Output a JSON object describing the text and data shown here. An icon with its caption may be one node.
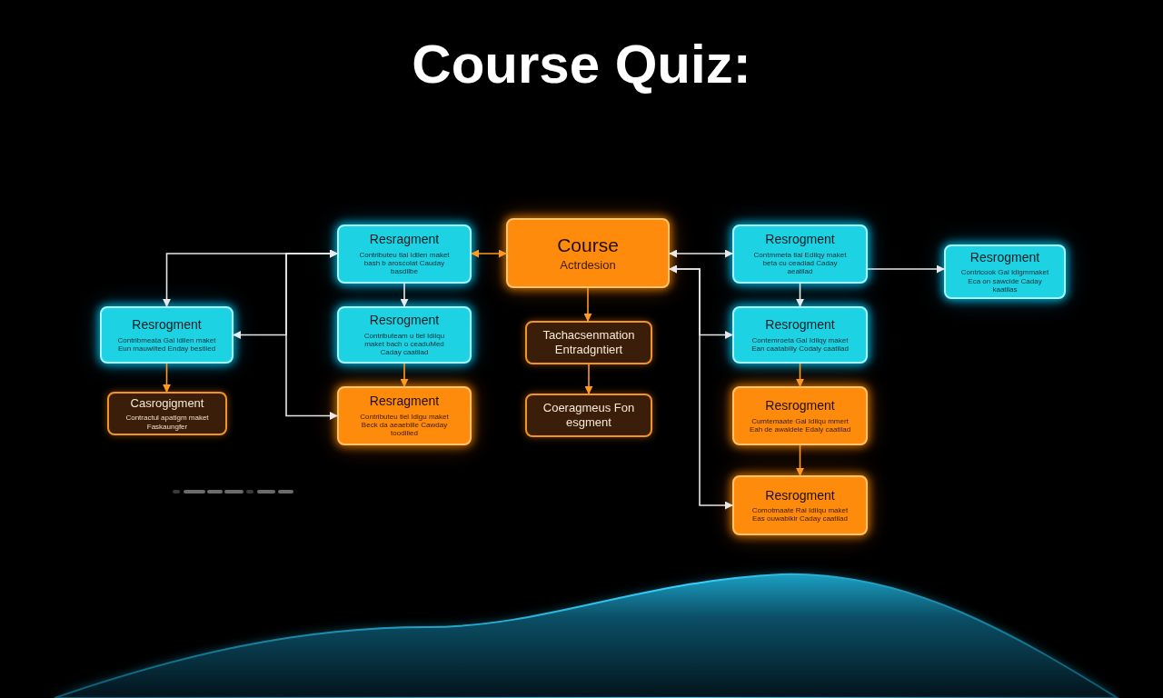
{
  "diagram": {
    "title": "Course Quiz:",
    "nodes": [
      {
        "text": [
          "Resragment",
          "Contributeu tial Idilen maket bash b aroscolat Cauday basdilbe"
        ]
      },
      {
        "text": [
          "Course",
          "Actrdesion"
        ]
      },
      {
        "text": [
          "Resrogment",
          "Contmmeta tial Edilqy maket beta cu ceadiad Caday aeatilad"
        ]
      },
      {
        "text": [
          "Resrogment",
          "Contricook Gal Idlgmmaket Eca on sawcide Caday kaatilas"
        ]
      },
      {
        "text": [
          "Resrogment",
          "Contribmeata Gal Idilen maket Eun mauwilted Enday bestlied"
        ]
      },
      {
        "text": [
          "Resrogment",
          "Contributeam u tiel Idilqu maket bach o ceaduMed Caday caatilad"
        ]
      },
      {
        "text": [
          "Tachacsenmation Entradgntiert"
        ]
      },
      {
        "text": [
          "Resrogment",
          "Contemroeta Gal Idilqy maket Ean caatabiliy Codaly caatilad"
        ]
      },
      {
        "text": [
          "Casrogigment",
          "Contractul apatigm maket Faskaungfer"
        ]
      },
      {
        "text": [
          "Resragment",
          "Contributeu tiel Idigu maket Beck da aeaebille Cawday toodilied"
        ]
      },
      {
        "text": [
          "Coeragmeus Fon esgment"
        ]
      },
      {
        "text": [
          "Resrogment",
          "Cumtemaate Gal Idilqu mmert Eah de awaldele Edaly caatilad"
        ]
      },
      {
        "text": [
          "Resrogment",
          "Comotmaate Ral Idilqu maket Eas ouwabikir Caday caatilad"
        ]
      }
    ],
    "edges": [
      {
        "from": 0,
        "to": 1,
        "arrow": "both",
        "color": "#ff9a1f"
      },
      {
        "from": 1,
        "to": 2,
        "arrow": "both"
      },
      {
        "from": 1,
        "to": 7,
        "arrow": "both"
      },
      {
        "from": 1,
        "to": 12,
        "arrow": "both"
      },
      {
        "from": 0,
        "to": 4,
        "arrow": "both"
      },
      {
        "from": 0,
        "to": 4,
        "arrow": "both"
      },
      {
        "from": 0,
        "to": 9,
        "arrow": "both"
      },
      {
        "from": 0,
        "to": 5,
        "arrow": "to"
      },
      {
        "from": 5,
        "to": 9,
        "arrow": "to",
        "color": "#ff9a1f"
      },
      {
        "from": 4,
        "to": 8,
        "arrow": "to",
        "color": "#ff9a1f"
      },
      {
        "from": 1,
        "to": 6,
        "arrow": "to",
        "color": "#ff9a1f"
      },
      {
        "from": 6,
        "to": 10,
        "arrow": "to",
        "color": "#ff9a1f"
      },
      {
        "from": 2,
        "to": 7,
        "arrow": "to"
      },
      {
        "from": 2,
        "to": 3,
        "arrow": "to"
      },
      {
        "from": 7,
        "to": 11,
        "arrow": "to",
        "color": "#ff9a1f"
      },
      {
        "from": 11,
        "to": 12,
        "arrow": "to",
        "color": "#ff9a1f"
      }
    ]
  }
}
